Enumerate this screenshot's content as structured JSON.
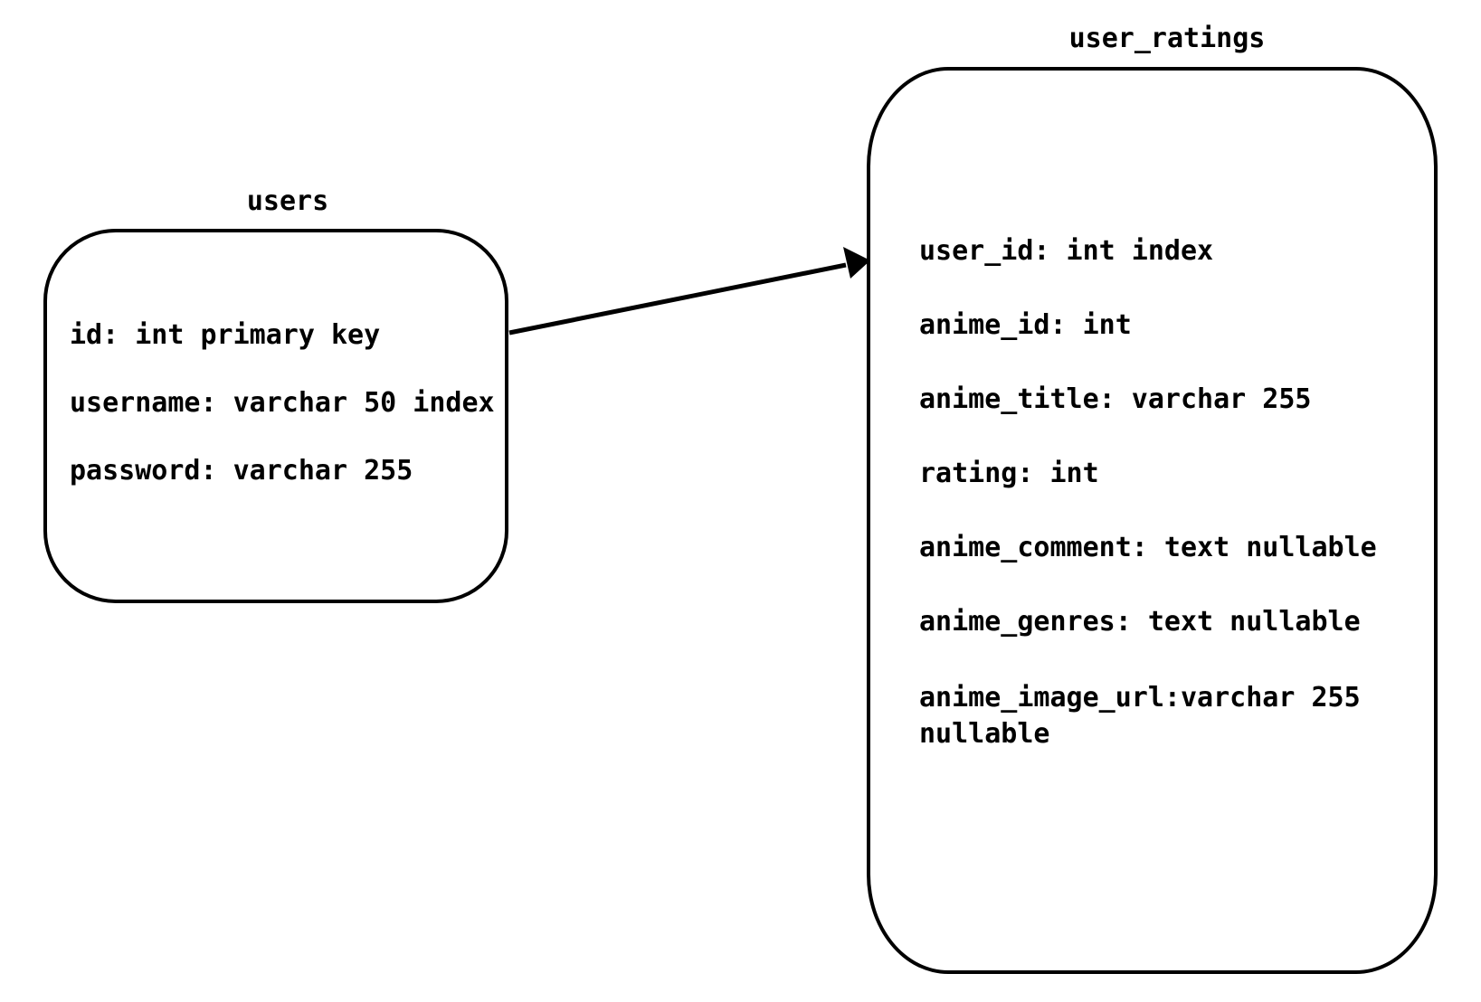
{
  "tables": {
    "users": {
      "title": "users",
      "fields": [
        "id: int primary key",
        "username: varchar 50 index",
        "password: varchar 255"
      ]
    },
    "user_ratings": {
      "title": "user_ratings",
      "fields": [
        "user_id: int index",
        "anime_id: int",
        "anime_title: varchar 255",
        "rating: int",
        "anime_comment: text nullable",
        "anime_genres: text nullable",
        "anime_image_url:varchar 255 nullable"
      ]
    }
  },
  "relationship": {
    "from": "users",
    "to": "user_ratings"
  },
  "colors": {
    "stroke": "#000000",
    "background": "#ffffff"
  }
}
